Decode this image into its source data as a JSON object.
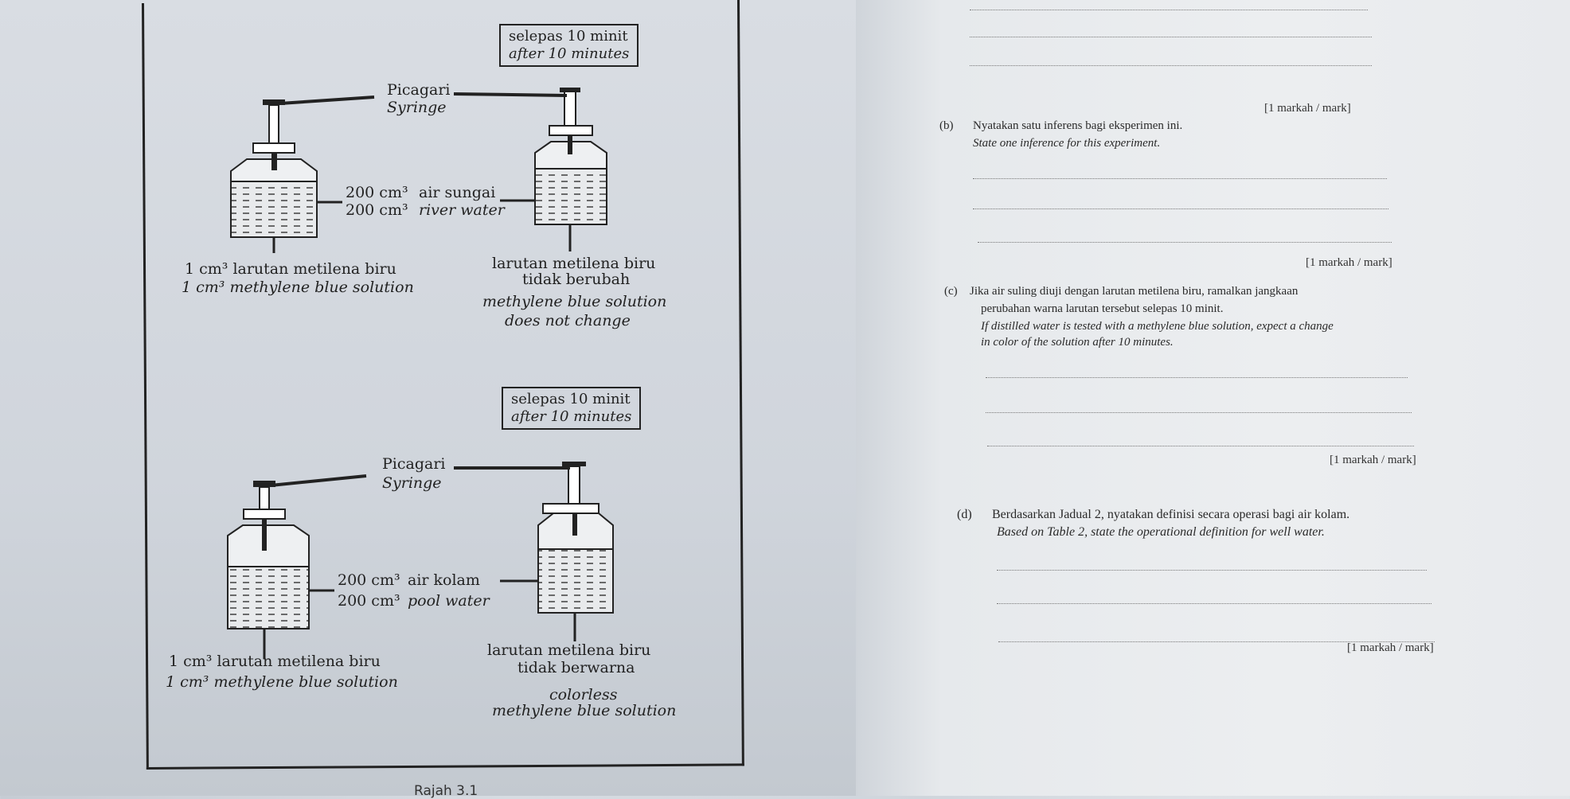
{
  "diagram_top": {
    "time_box": {
      "ms": "selepas 10 minit",
      "en": "after 10 minutes"
    },
    "syringe": {
      "ms": "Picagari",
      "en": "Syringe"
    },
    "water": {
      "vol_ms": "200 cm³",
      "vol_en": "200 cm³",
      "name_ms": "air sungai",
      "name_en": "river water"
    },
    "dye_left": {
      "ms": "1 cm³ larutan metilena biru",
      "en": "1 cm³ methylene blue solution"
    },
    "result": {
      "ms1": "larutan metilena biru",
      "ms2": "tidak berubah",
      "en1": "methylene blue solution",
      "en2": "does not change"
    }
  },
  "diagram_bottom": {
    "time_box": {
      "ms": "selepas 10 minit",
      "en": "after 10 minutes"
    },
    "syringe": {
      "ms": "Picagari",
      "en": "Syringe"
    },
    "water": {
      "vol_ms": "200 cm³",
      "vol_en": "200 cm³",
      "name_ms": "air kolam",
      "name_en": "pool water"
    },
    "dye_left": {
      "ms": "1 cm³ larutan metilena biru",
      "en": "1 cm³ methylene blue solution"
    },
    "result": {
      "ms1": "larutan metilena biru",
      "ms2": "tidak berwarna",
      "en1": "colorless",
      "en2": "methylene  blue solution"
    }
  },
  "caption": "Rajah 3.1",
  "questions": {
    "a_mark": "[1 markah / mark]",
    "b": {
      "label": "(b)",
      "ms": "Nyatakan satu inferens bagi eksperimen ini.",
      "en": "State one inference for this experiment.",
      "mark": "[1 markah / mark]"
    },
    "c": {
      "label": "(c)",
      "ms1": "Jika air suling diuji dengan larutan metilena biru, ramalkan jangkaan",
      "ms2": "perubahan warna larutan tersebut selepas 10 minit.",
      "en1": "If distilled water is tested with a methylene blue solution, expect a change",
      "en2": "in color of the solution after 10 minutes.",
      "mark": "[1 markah / mark]"
    },
    "d": {
      "label": "(d)",
      "ms": "Berdasarkan Jadual 2, nyatakan definisi secara operasi bagi air kolam.",
      "en": "Based on Table 2, state the operational definition for well water.",
      "mark": "[1 markah / mark]"
    }
  }
}
